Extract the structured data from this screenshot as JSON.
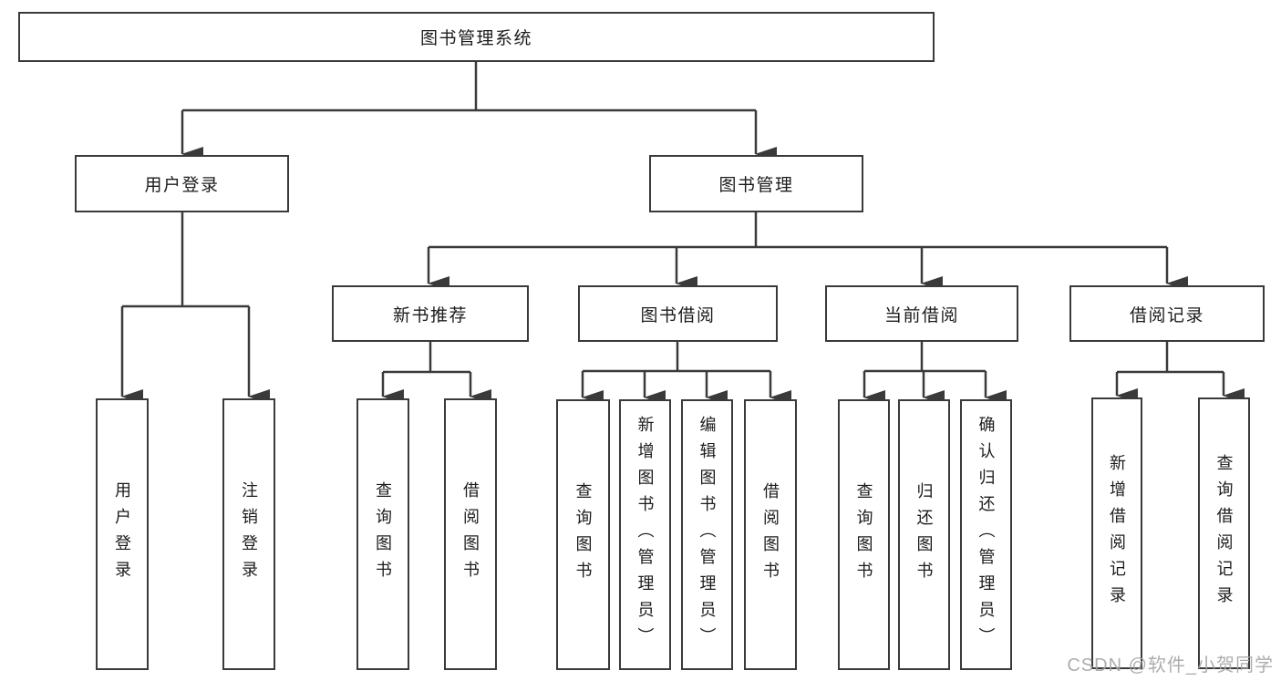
{
  "diagram": {
    "type": "tree",
    "root": {
      "label": "图书管理系统"
    },
    "branches": [
      {
        "label": "用户登录",
        "children": [
          {
            "label": "用户登录"
          },
          {
            "label": "注销登录"
          }
        ]
      },
      {
        "label": "图书管理",
        "children": [
          {
            "label": "新书推荐",
            "children": [
              {
                "label": "查询图书"
              },
              {
                "label": "借阅图书"
              }
            ]
          },
          {
            "label": "图书借阅",
            "children": [
              {
                "label": "查询图书"
              },
              {
                "label": "新增图书（管理员）"
              },
              {
                "label": "编辑图书（管理员）"
              },
              {
                "label": "借阅图书"
              }
            ]
          },
          {
            "label": "当前借阅",
            "children": [
              {
                "label": "查询图书"
              },
              {
                "label": "归还图书"
              },
              {
                "label": "确认归还（管理员）"
              }
            ]
          },
          {
            "label": "借阅记录",
            "children": [
              {
                "label": "新增借阅记录"
              },
              {
                "label": "查询借阅记录"
              }
            ]
          }
        ]
      }
    ]
  },
  "watermark": {
    "text": "CSDN @软件_小贺同学",
    "color": "#a4a4a4"
  },
  "colors": {
    "line": "#3a3a3a",
    "box_border": "#3a3a3a",
    "box_bg": "#ffffff",
    "text": "#1c1c1c",
    "background": "#ffffff"
  }
}
